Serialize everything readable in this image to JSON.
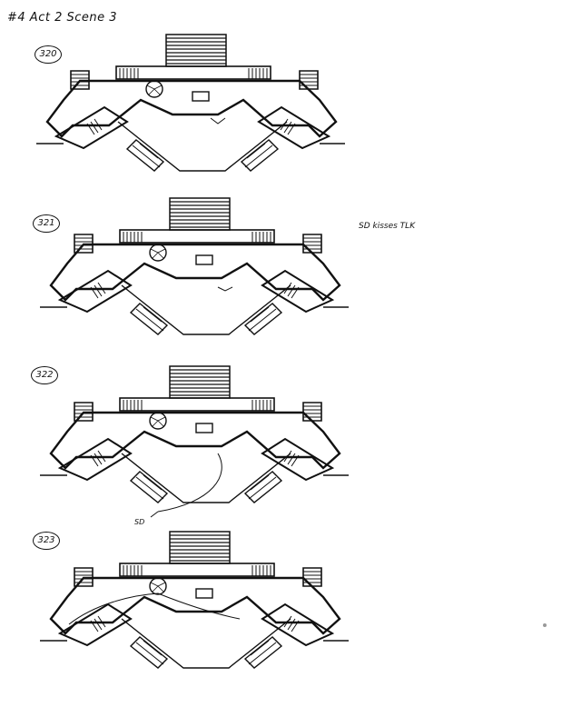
{
  "page": {
    "title": "#4 Act 2 Scene 3"
  },
  "cues": [
    {
      "number": "320"
    },
    {
      "number": "321",
      "note": "SD kisses TLK"
    },
    {
      "number": "322",
      "note": "SD"
    },
    {
      "number": "323"
    }
  ]
}
